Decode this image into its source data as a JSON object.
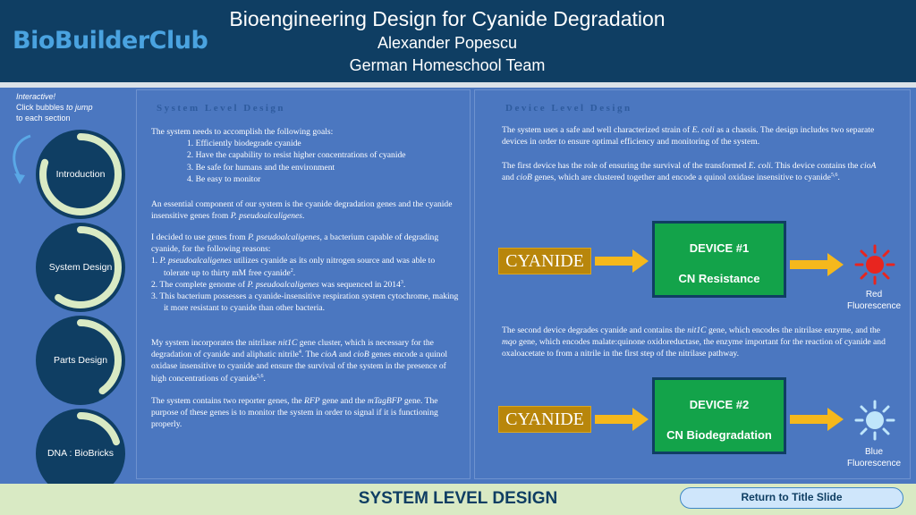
{
  "header": {
    "logo": "BioBuilderClub",
    "title": "Bioengineering Design for Cyanide Degradation",
    "author": "Alexander Popescu",
    "team": "German Homeschool Team"
  },
  "nav": {
    "hint_line1": "Interactive!",
    "hint_line2a": "Click bubbles ",
    "hint_line2b": "to jump",
    "hint_line3": "to each section",
    "bubbles": [
      {
        "label": "Introduction",
        "progress": 0.8
      },
      {
        "label": "System Design",
        "progress": 0.6
      },
      {
        "label": "Parts Design",
        "progress": 0.4
      },
      {
        "label": "DNA : BioBricks",
        "progress": 0.2
      }
    ]
  },
  "system_level": {
    "title": "System Level Design",
    "goals_intro": "The system needs to accomplish the following goals:",
    "goals": [
      "1.  Efficiently biodegrade cyanide",
      "2.  Have the capability to resist higher concentrations of cyanide",
      "3.  Be safe for humans and the environment",
      "4.  Be easy to monitor"
    ],
    "p1a": "An essential component of our system is the cyanide degradation genes and the cyanide insensitive genes from ",
    "p1b": "P. pseudoalcaligenes",
    "p1c": ".",
    "p2a": "I decided to use genes from ",
    "p2b": "P. pseudoalcaligenes",
    "p2c": ", a bacterium capable of degrading cyanide, for the following reasons:",
    "r1a": "1.  ",
    "r1b": "P. pseudoalcaligenes",
    "r1c": " utilizes cyanide as its only nitrogen source and was able to tolerate up to thirty mM free cyanide",
    "r1sup": "2",
    "r1d": ".",
    "r2a": "2.  The complete genome of ",
    "r2b": "P. pseudoalcaligenes",
    "r2c": " was sequenced in 2014",
    "r2sup": "3",
    "r2d": ".",
    "r3": "3.  This bacterium possesses a cyanide-insensitive respiration system cytochrome, making it more resistant to cyanide than other bacteria.",
    "p3a": "My system incorporates the nitrilase ",
    "p3b": "nit1C",
    "p3c": " gene cluster, which is necessary for the degradation of cyanide and aliphatic nitrile",
    "p3sup1": "4",
    "p3d": ". The ",
    "p3e": "cioA",
    "p3f": " and ",
    "p3g": "cioB",
    "p3h": " genes encode a quinol oxidase insensitive to cyanide and ensure the survival of the system in the presence of high concentrations of cyanide",
    "p3sup2": "5,6",
    "p3i": ".",
    "p4a": "The system contains two reporter genes, the ",
    "p4b": "RFP",
    "p4c": " gene and the ",
    "p4d": "mTagBFP",
    "p4e": " gene. The purpose of these genes is to monitor the system in order to signal if it is functioning properly."
  },
  "device_level": {
    "title": "Device Level Design",
    "p1a": "The system uses a safe and well characterized strain of ",
    "p1b": "E. coli",
    "p1c": " as a chassis. The design includes two separate devices in order to ensure optimal efficiency and monitoring of the system.",
    "p2a": "The first device has the role of ensuring the survival of the transformed ",
    "p2b": "E. coli",
    "p2c": ". This device contains the ",
    "p2d": "cioA",
    "p2e": " and ",
    "p2f": "cioB",
    "p2g": " genes, which are clustered together and encode a quinol oxidase insensitive to cyanide",
    "p2sup": "5,6",
    "p2h": ".",
    "p3a": "The second device degrades cyanide and contains the ",
    "p3b": "nit1C",
    "p3c": " gene, which encodes the nitrilase enzyme, and the ",
    "p3d": "mqo",
    "p3e": " gene, which encodes malate:quinone oxidoreductase, the enzyme important for the reaction of cyanide and oxaloacetate to from a nitrile in the first step of the nitrilase pathway.",
    "device1": {
      "input": "CYANIDE",
      "name": "DEVICE #1",
      "function": "CN Resistance",
      "output_line1": "Red",
      "output_line2": "Fluorescence",
      "color": "#e8251f"
    },
    "device2": {
      "input": "CYANIDE",
      "name": "DEVICE #2",
      "function": "CN Biodegradation",
      "output_line1": "Blue",
      "output_line2": "Fluorescence",
      "color": "#bfe6fb"
    }
  },
  "footer": {
    "section_title": "SYSTEM LEVEL DESIGN",
    "return_label": "Return to Title Slide"
  },
  "colors": {
    "navy": "#0f3e63",
    "panel_blue": "#4b77c0",
    "ring_green": "#d9eac4",
    "device_green": "#13a34a",
    "cyanide_gold": "#b8860b",
    "arrow_yellow": "#f5b81c"
  }
}
